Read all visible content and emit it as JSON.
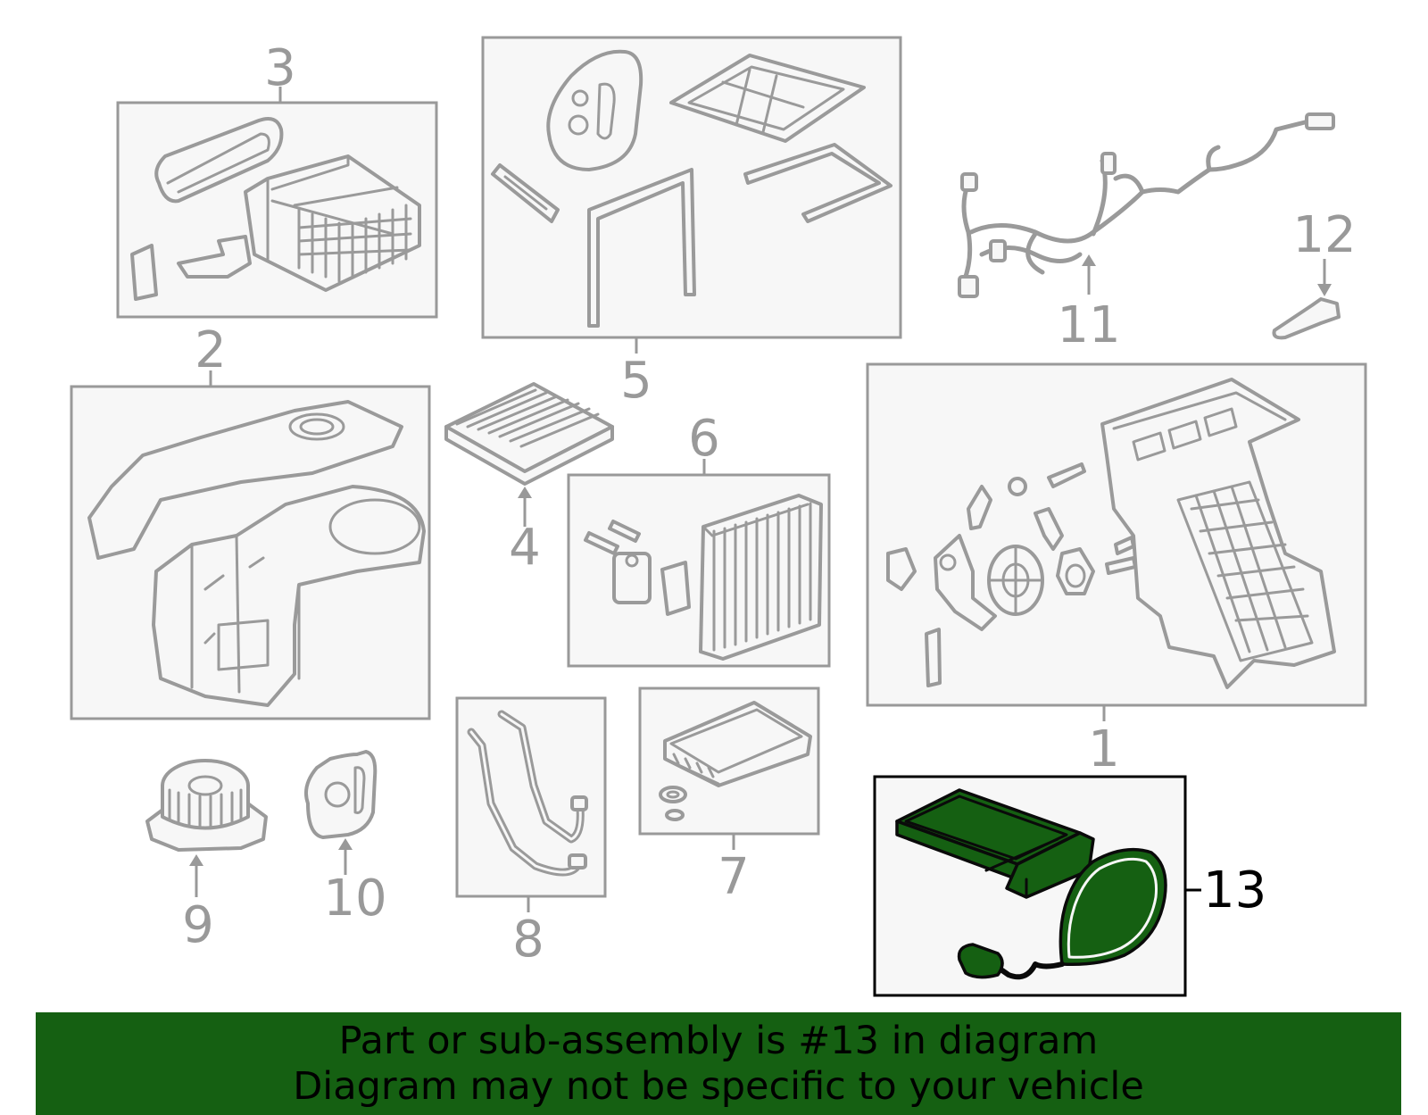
{
  "callouts": {
    "c1": "1",
    "c2": "2",
    "c3": "3",
    "c4": "4",
    "c5": "5",
    "c6": "6",
    "c7": "7",
    "c8": "8",
    "c9": "9",
    "c10": "10",
    "c11": "11",
    "c12": "12",
    "c13": "13"
  },
  "highlight_color": "#156012",
  "line_color": "#999999",
  "banner": {
    "line1": "Part or sub-assembly is #13 in diagram",
    "line2": "Diagram may not be specific to your vehicle"
  }
}
